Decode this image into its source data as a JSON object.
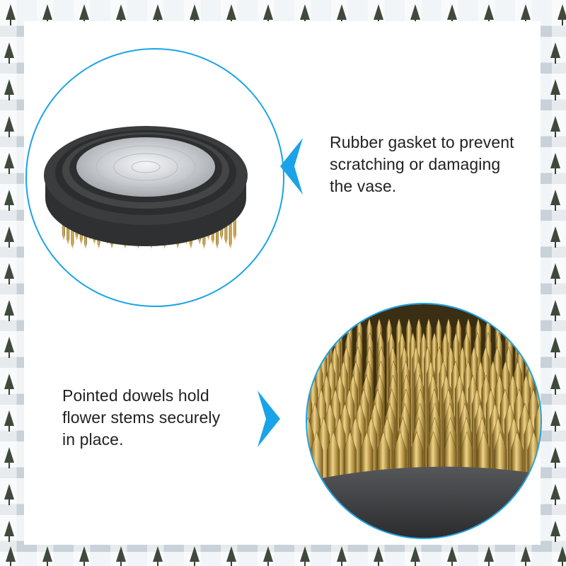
{
  "features": [
    {
      "caption": "Rubber gasket to prevent\nscratching or damaging\nthe vase.",
      "image": "gasket-top-view"
    },
    {
      "caption": "Pointed dowels hold\nflower stems securely\nin place.",
      "image": "brass-pins-closeup"
    }
  ],
  "colors": {
    "accent": "#1aa3e8",
    "rubber": "#3a3b3d",
    "metal": "#c9ccd0",
    "brass": "#c9a24a"
  }
}
